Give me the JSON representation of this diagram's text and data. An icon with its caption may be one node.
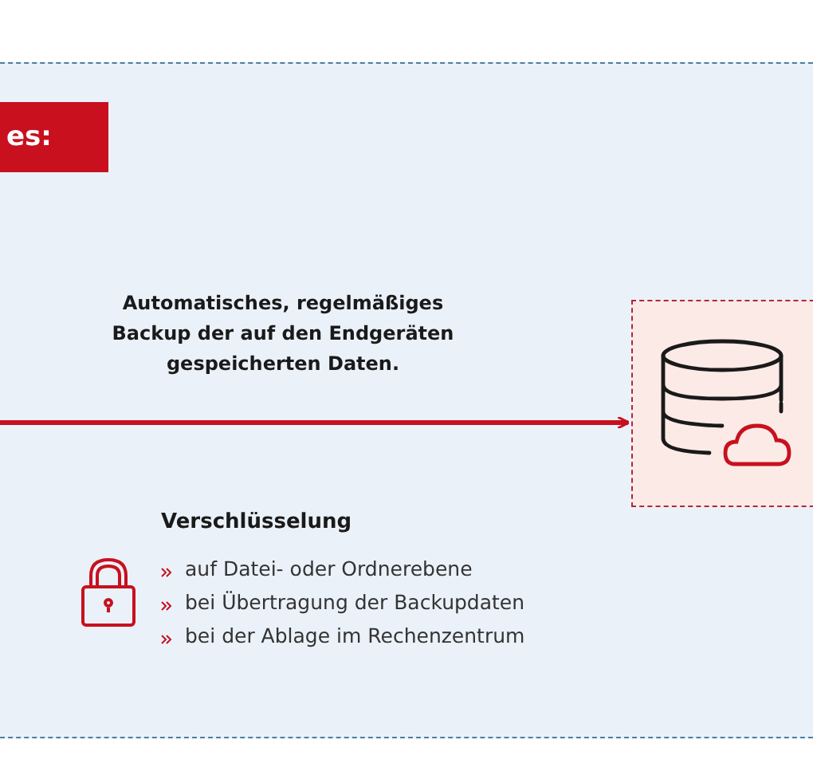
{
  "diagram": {
    "nodes": [
      {
        "text": [
          "es:"
        ]
      },
      {
        "text": [],
        "shape": "box"
      }
    ],
    "edges": [
      {
        "from": null,
        "to": 1,
        "arrow": "to",
        "label": "Automatisches, regelmäßiges Backup der auf den Endgeräten gespeicherten Daten."
      }
    ],
    "labels": [
      "Verschlüsselung",
      "auf Datei- oder Ordnerebene",
      "bei Übertragung der Backupdaten",
      "bei der Ablage im Rechenzentrum"
    ]
  }
}
